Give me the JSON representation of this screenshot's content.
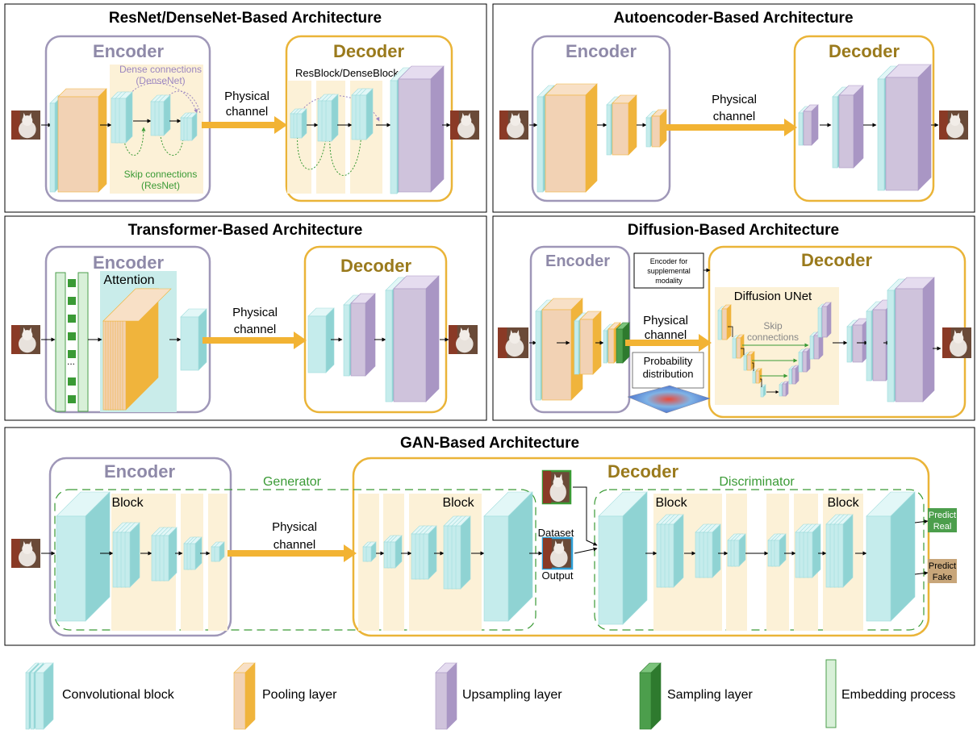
{
  "colors": {
    "conv_front": "#c5ecec",
    "conv_side": "#8fd3d3",
    "conv_top": "#e2f7f7",
    "pool_front": "#f2d2b4",
    "pool_edge": "#f0b43c",
    "up_front": "#cfc3dc",
    "up_edge": "#a996c4",
    "samp_front": "#4c9e4c",
    "samp_edge": "#2e7a2e",
    "embed": "#d8f0d8",
    "encoder_border": "#9f97b8",
    "decoder_border": "#eab438",
    "arrow": "#f2b333",
    "block_bg": "#fcf1d7",
    "gan_dash": "#3a9a35"
  },
  "panels": {
    "resnet": {
      "title": "ResNet/DenseNet-Based Architecture",
      "encoder": "Encoder",
      "decoder": "Decoder",
      "dense_note_1": "Dense connections",
      "dense_note_2": "(DenseNet)",
      "skip_note_1": "Skip connections",
      "skip_note_2": "(ResNet)",
      "block_label": "ResBlock/DenseBlock",
      "channel_1": "Physical",
      "channel_2": "channel"
    },
    "autoencoder": {
      "title": "Autoencoder-Based Architecture",
      "encoder": "Encoder",
      "decoder": "Decoder",
      "channel_1": "Physical",
      "channel_2": "channel"
    },
    "transformer": {
      "title": "Transformer-Based Architecture",
      "encoder": "Encoder",
      "decoder": "Decoder",
      "attention": "Attention",
      "ellipsis": "...",
      "channel_1": "Physical",
      "channel_2": "channel"
    },
    "diffusion": {
      "title": "Diffusion-Based Architecture",
      "encoder": "Encoder",
      "decoder": "Decoder",
      "supp_1": "Encoder for",
      "supp_2": "supplemental",
      "supp_3": "modality",
      "unet": "Diffusion UNet",
      "skip_1": "Skip",
      "skip_2": "connections",
      "prob_1": "Probability",
      "prob_2": "distribution",
      "channel_1": "Physical",
      "channel_2": "channel"
    },
    "gan": {
      "title": "GAN-Based Architecture",
      "encoder": "Encoder",
      "decoder": "Decoder",
      "generator": "Generator",
      "discriminator": "Discriminator",
      "block": "Block",
      "dataset": "Dataset",
      "output": "Output",
      "real_1": "Predict",
      "real_2": "Real",
      "fake_1": "Predict",
      "fake_2": "Fake",
      "channel_1": "Physical",
      "channel_2": "channel"
    }
  },
  "legend": [
    {
      "key": "conv",
      "label": "Convolutional block"
    },
    {
      "key": "pool",
      "label": "Pooling layer"
    },
    {
      "key": "up",
      "label": "Upsampling layer"
    },
    {
      "key": "samp",
      "label": "Sampling layer"
    },
    {
      "key": "embed",
      "label": "Embedding process"
    }
  ],
  "icons": {
    "cat_image": "cat-photo-icon"
  }
}
